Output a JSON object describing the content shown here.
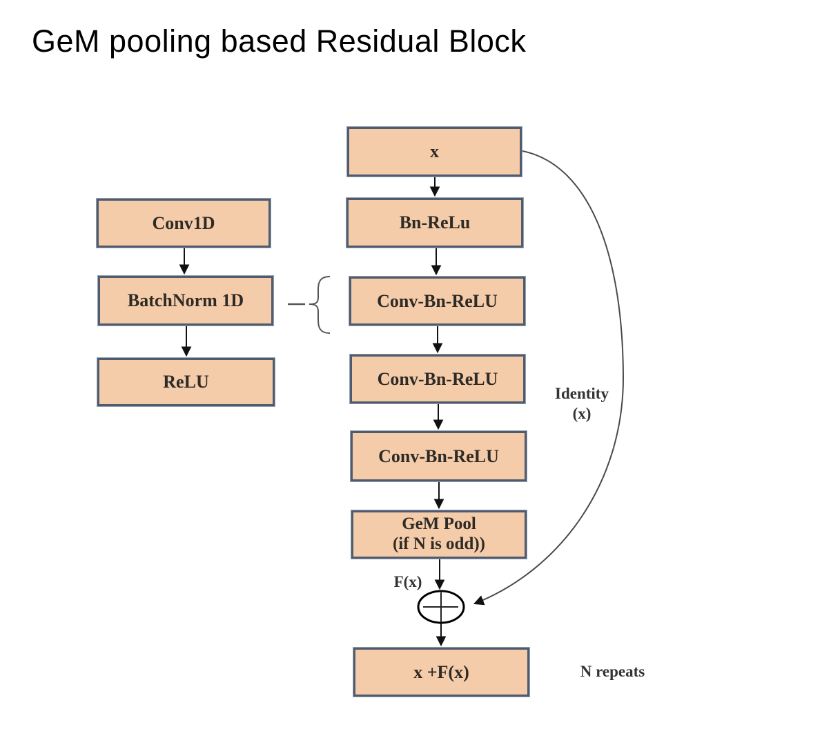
{
  "title": "GeM pooling based Residual Block",
  "boxes": {
    "conv1d": "Conv1D",
    "batchnorm": "BatchNorm 1D",
    "relu": "ReLU",
    "input": "x",
    "bn_relu": "Bn-ReLu",
    "cbr1": "Conv-Bn-ReLU",
    "cbr2": "Conv-Bn-ReLU",
    "cbr3": "Conv-Bn-ReLU",
    "gem_pool_line1": "GeM Pool",
    "gem_pool_line2": "(if N is odd))",
    "output": "x +F(x)"
  },
  "annotations": {
    "identity_line1": "Identity",
    "identity_line2": "(x)",
    "fx_label": "F(x)",
    "n_repeats": "N repeats"
  },
  "colors": {
    "box_fill": "#f5cca9",
    "box_border": "#4f5c70",
    "arrow": "#111111",
    "curve": "#4a4a4a"
  }
}
